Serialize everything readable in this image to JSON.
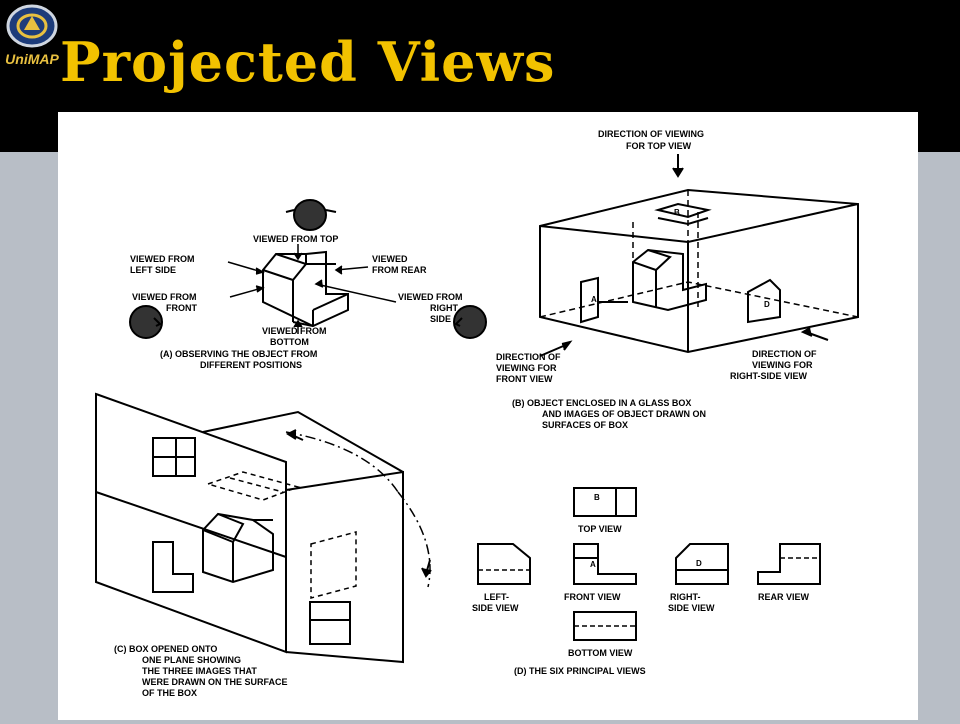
{
  "slide": {
    "title": "Projected Views",
    "logo_text": "UniMAP",
    "colors": {
      "title": "#f2c200",
      "header_bg": "#000000",
      "slide_bg": "#b8bec6"
    }
  },
  "figure": {
    "panel_a": {
      "labels": {
        "top": "VIEWED FROM TOP",
        "left1": "VIEWED FROM",
        "left2": "LEFT SIDE",
        "rear1": "VIEWED",
        "rear2": "FROM REAR",
        "front1": "VIEWED FROM",
        "front2": "FRONT",
        "right1": "VIEWED FROM",
        "right2": "RIGHT",
        "right3": "SIDE",
        "bottom1": "VIEWED FROM",
        "bottom2": "BOTTOM"
      },
      "caption1": "(A)  OBSERVING THE OBJECT FROM",
      "caption2": "DIFFERENT POSITIONS"
    },
    "panel_b": {
      "top_dir1": "DIRECTION OF VIEWING",
      "top_dir2": "FOR TOP VIEW",
      "front_dir1": "DIRECTION OF",
      "front_dir2": "VIEWING FOR",
      "front_dir3": "FRONT VIEW",
      "right_dir1": "DIRECTION OF",
      "right_dir2": "VIEWING FOR",
      "right_dir3": "RIGHT-SIDE VIEW",
      "letter_b": "B",
      "letter_a": "A",
      "letter_d": "D",
      "caption1": "(B)  OBJECT ENCLOSED IN A GLASS BOX",
      "caption2": "AND IMAGES OF OBJECT DRAWN ON",
      "caption3": "SURFACES OF BOX"
    },
    "panel_c": {
      "caption1": "(C)  BOX OPENED ONTO",
      "caption2": "ONE PLANE SHOWING",
      "caption3": "THE THREE IMAGES THAT",
      "caption4": "WERE DRAWN ON THE SURFACE",
      "caption5": "OF THE BOX"
    },
    "panel_d": {
      "top_view": "TOP VIEW",
      "left_view1": "LEFT-",
      "left_view2": "SIDE VIEW",
      "front_view": "FRONT VIEW",
      "right_view1": "RIGHT-",
      "right_view2": "SIDE VIEW",
      "rear_view": "REAR VIEW",
      "bottom_view": "BOTTOM VIEW",
      "letter_b": "B",
      "letter_a": "A",
      "letter_d": "D",
      "caption": "(D)  THE SIX PRINCIPAL VIEWS"
    }
  }
}
